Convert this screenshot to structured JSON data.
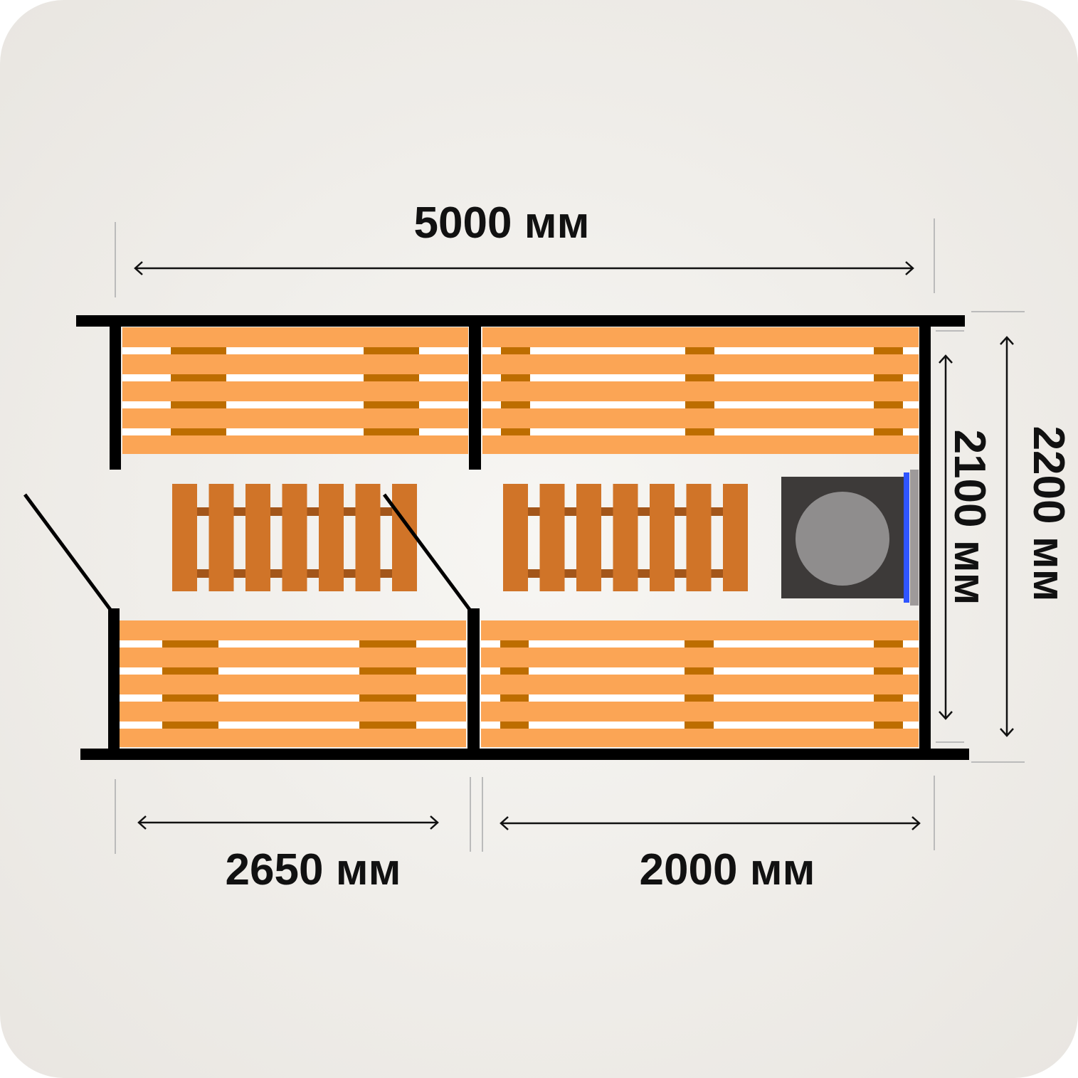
{
  "dimensions": {
    "total_length": "5000 мм",
    "left_room_length": "2650 мм",
    "right_room_length": "2000 мм",
    "inner_width": "2100 мм",
    "outer_width": "2200 мм"
  },
  "colors": {
    "background": "#EDEBE7",
    "wall": "#000000",
    "bench_plank": "#FBA555",
    "bench_support": "#BD6D00",
    "floor_slat": "#D07428",
    "floor_support": "#A3561A",
    "stove_body": "#3D3A39",
    "stove_top": "#8F8D8D",
    "stove_screen": "#2F55FF",
    "stove_panel": "#9E9A9A"
  }
}
